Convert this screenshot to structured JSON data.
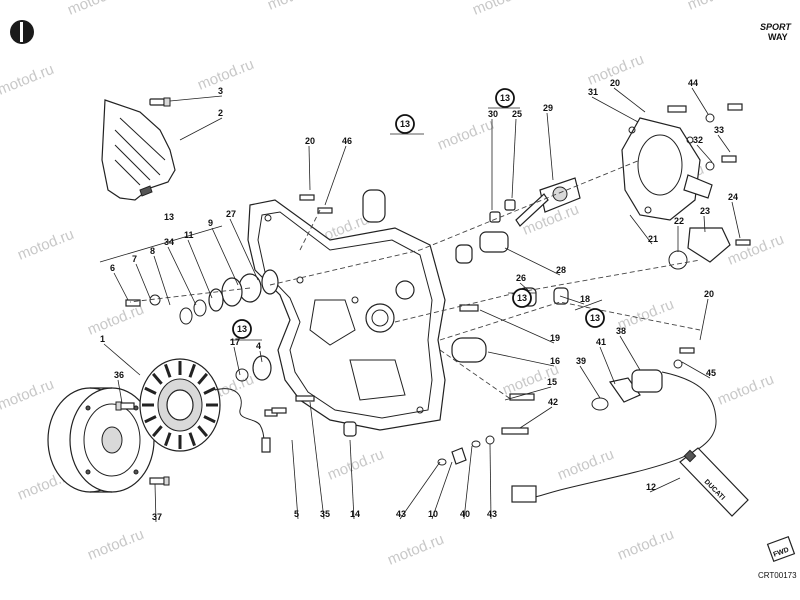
{
  "watermark_text": "motod.ru",
  "brand_logo_text": [
    "SPORT",
    "WAY"
  ],
  "fwd_badge": "FWD",
  "tube_label": "DUCATI",
  "drawing_code": "CRT00173",
  "callouts": [
    "1",
    "2",
    "3",
    "4",
    "5",
    "6",
    "7",
    "8",
    "9",
    "10",
    "11",
    "12",
    "13",
    "14",
    "15",
    "16",
    "17",
    "18",
    "19",
    "20",
    "21",
    "22",
    "23",
    "24",
    "25",
    "26",
    "27",
    "28",
    "29",
    "30",
    "31",
    "32",
    "33",
    "34",
    "35",
    "36",
    "37",
    "38",
    "39",
    "40",
    "41",
    "42",
    "43",
    "44",
    "45",
    "46"
  ],
  "circled_note": "13",
  "group_labels": {
    "g13_top": "13",
    "g16": "16",
    "g30": "30",
    "g25": "25",
    "g26": "26",
    "g18": "18",
    "g17": "17",
    "g4": "4"
  }
}
